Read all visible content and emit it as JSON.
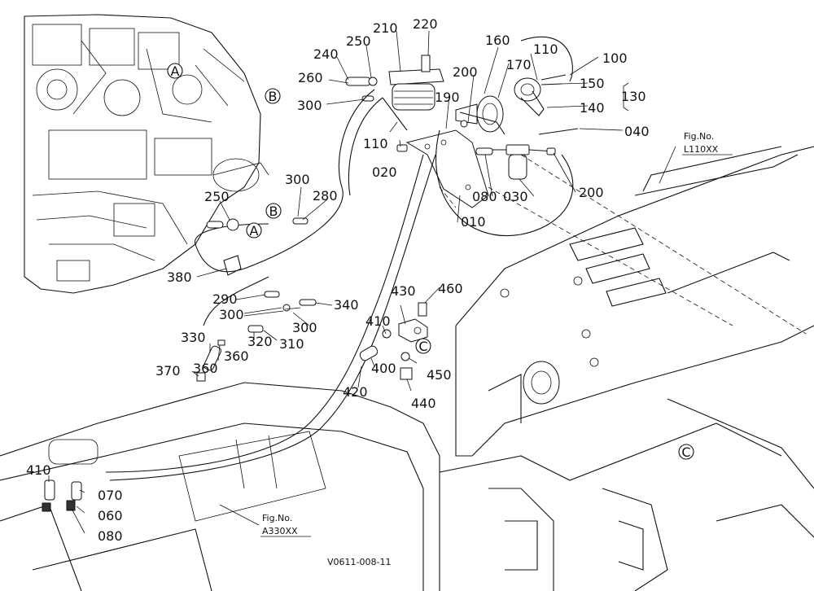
{
  "parts": [
    "010",
    "020",
    "030",
    "040",
    "060",
    "070",
    "080",
    "100",
    "110",
    "130",
    "140",
    "150",
    "160",
    "170",
    "190",
    "200",
    "210",
    "220",
    "240",
    "250",
    "260",
    "280",
    "290",
    "300",
    "310",
    "320",
    "330",
    "340",
    "360",
    "370",
    "380",
    "400",
    "410",
    "420",
    "430",
    "440",
    "450",
    "460"
  ],
  "refs": {
    "a": "A",
    "b": "B",
    "c": "C"
  },
  "fig_prefix": "Fig.No.",
  "fig_l": "L110XX",
  "fig_a": "A330XX",
  "drawing_code": "V0611-008-11"
}
